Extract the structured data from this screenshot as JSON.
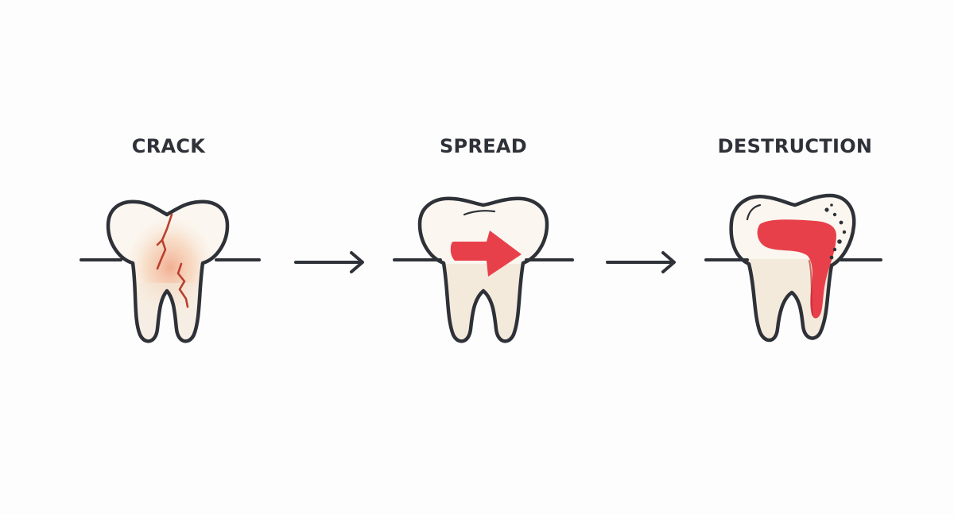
{
  "diagram": {
    "stages": [
      {
        "label": "CRACK",
        "icon": "cracked-tooth-icon"
      },
      {
        "label": "SPREAD",
        "icon": "spreading-tooth-icon"
      },
      {
        "label": "DESTRUCTION",
        "icon": "destroyed-tooth-icon"
      }
    ],
    "connectors": [
      {
        "icon": "right-arrow-icon"
      },
      {
        "icon": "right-arrow-icon"
      }
    ],
    "colors": {
      "outline": "#2e3238",
      "dentin": "#f4eadc",
      "decay": "#e8404a",
      "crack": "#b9412e",
      "background": "#fdfdfd"
    }
  }
}
